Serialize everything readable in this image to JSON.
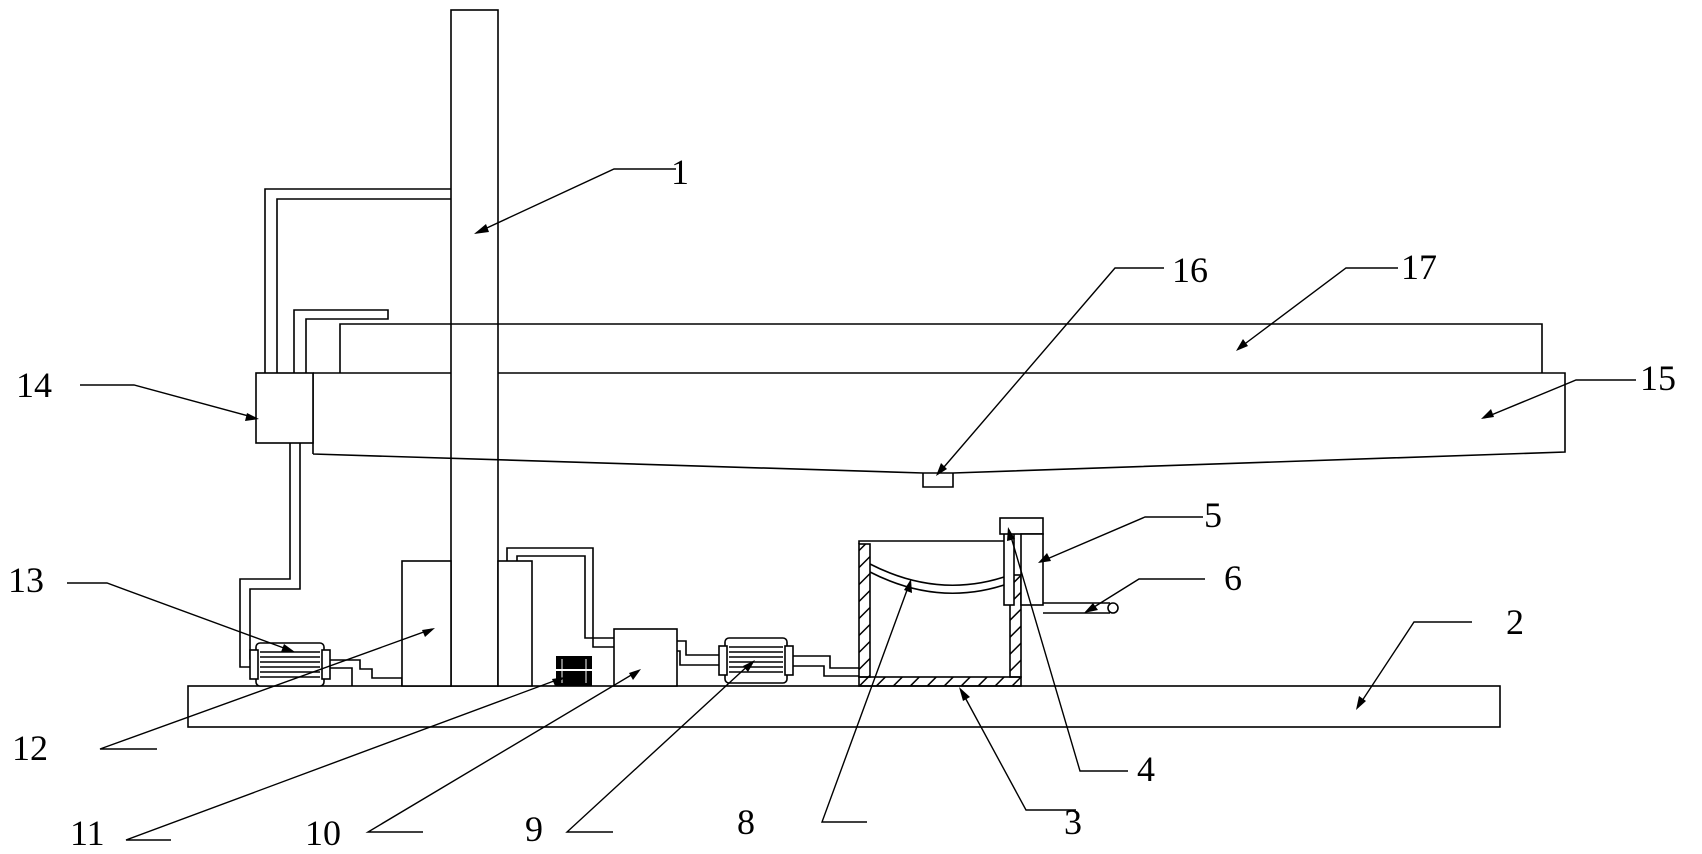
{
  "figure": {
    "labels": {
      "l1": "1",
      "l2": "2",
      "l3": "3",
      "l4": "4",
      "l5": "5",
      "l6": "6",
      "l8": "8",
      "l9": "9",
      "l10": "10",
      "l11": "11",
      "l12": "12",
      "l13": "13",
      "l14": "14",
      "l15": "15",
      "l16": "16",
      "l17": "17"
    }
  }
}
